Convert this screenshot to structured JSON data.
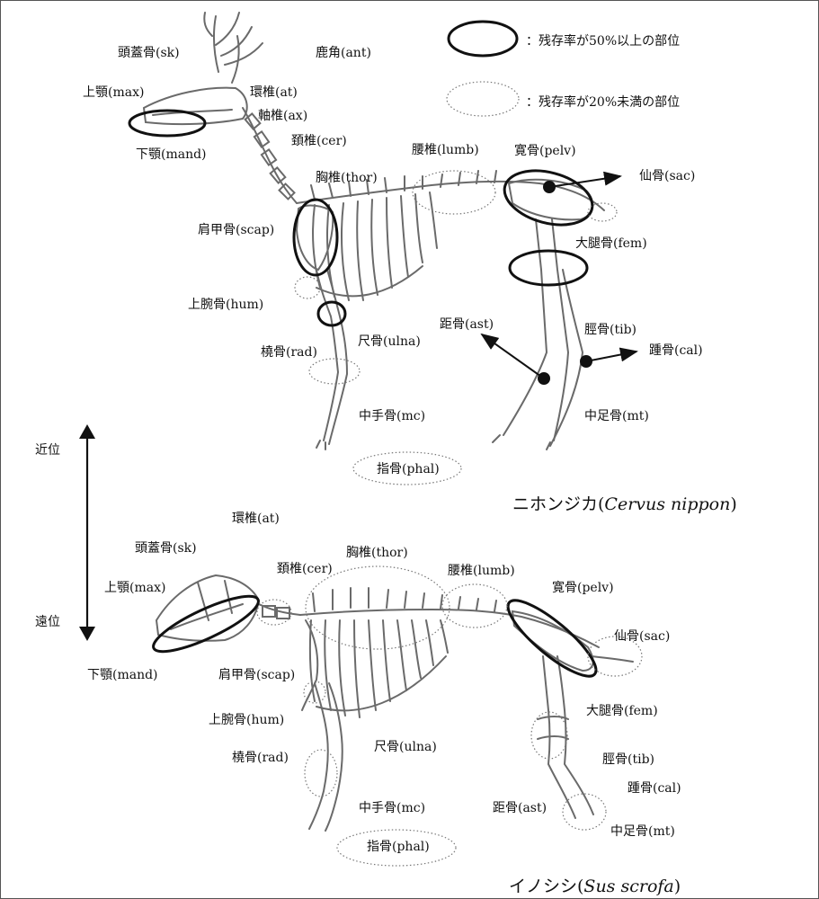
{
  "legend": {
    "solid_text": "：残存率が50%以上の部位",
    "dotted_text": "：残存率が20%未満の部位"
  },
  "axis": {
    "proximal": "近位",
    "distal": "遠位"
  },
  "deer": {
    "title_jp": "ニホンジカ(",
    "title_sci": "Cervus nippon",
    "title_close": ")",
    "labels": {
      "sk": "頭蓋骨(sk)",
      "ant": "鹿角(ant)",
      "max": "上顎(max)",
      "at": "環椎(at)",
      "ax": "軸椎(ax)",
      "mand": "下顎(mand)",
      "cer": "頚椎(cer)",
      "lumb": "腰椎(lumb)",
      "pelv": "寛骨(pelv)",
      "thor": "胸椎(thor)",
      "sac": "仙骨(sac)",
      "scap": "肩甲骨(scap)",
      "fem": "大腿骨(fem)",
      "hum": "上腕骨(hum)",
      "ast": "距骨(ast)",
      "tib": "脛骨(tib)",
      "rad": "橈骨(rad)",
      "ulna": "尺骨(ulna)",
      "cal": "踵骨(cal)",
      "mc": "中手骨(mc)",
      "mt": "中足骨(mt)",
      "phal": "指骨(phal)"
    }
  },
  "boar": {
    "title_jp": "イノシシ(",
    "title_sci": "Sus scrofa",
    "title_close": ")",
    "labels": {
      "at": "環椎(at)",
      "sk": "頭蓋骨(sk)",
      "thor": "胸椎(thor)",
      "cer": "頚椎(cer)",
      "lumb": "腰椎(lumb)",
      "max": "上顎(max)",
      "pelv": "寛骨(pelv)",
      "sac": "仙骨(sac)",
      "mand": "下顎(mand)",
      "scap": "肩甲骨(scap)",
      "hum": "上腕骨(hum)",
      "fem": "大腿骨(fem)",
      "ulna": "尺骨(ulna)",
      "rad": "橈骨(rad)",
      "tib": "脛骨(tib)",
      "cal": "踵骨(cal)",
      "mc": "中手骨(mc)",
      "ast": "距骨(ast)",
      "mt": "中足骨(mt)",
      "phal": "指骨(phal)"
    }
  },
  "colors": {
    "line": "#111111",
    "skeleton": "#6a6a6a"
  }
}
